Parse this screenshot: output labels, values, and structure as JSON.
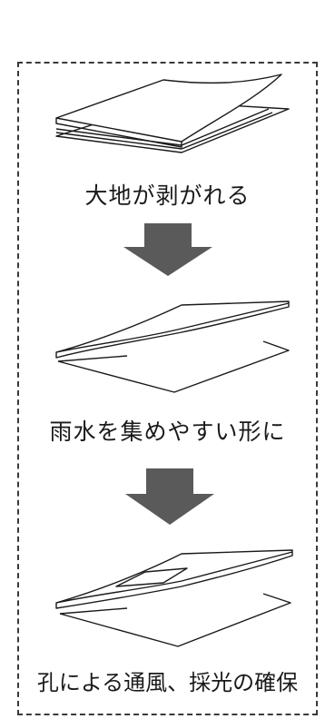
{
  "steps": [
    {
      "caption": "大地が剥がれる"
    },
    {
      "caption": "雨水を集めやすい形に"
    },
    {
      "caption": "孔による通風、採光の確保"
    }
  ],
  "colors": {
    "arrow": "#5a5a5a",
    "line": "#1a1a1a",
    "frame": "#3a3a3a",
    "background": "#ffffff"
  }
}
